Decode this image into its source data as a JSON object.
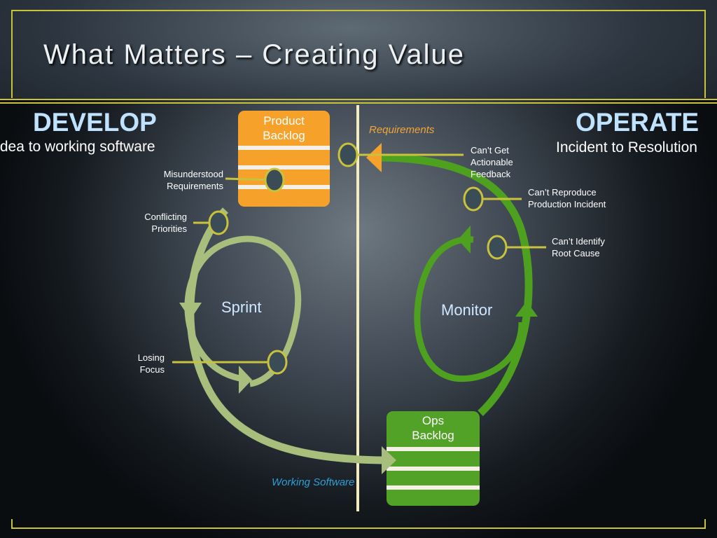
{
  "title": "What Matters – Creating Value",
  "develop": {
    "heading": "DEVELOP",
    "subheading": "Idea to working software",
    "loop_label": "Sprint",
    "backlog_label": [
      "Product",
      "Backlog"
    ],
    "issues": {
      "misunderstood": [
        "Misunderstood",
        "Requirements"
      ],
      "conflicting": [
        "Conflicting",
        "Priorities"
      ],
      "losing_focus": [
        "Losing",
        "Focus"
      ]
    }
  },
  "operate": {
    "heading": "OPERATE",
    "subheading": "Incident to Resolution",
    "loop_label": "Monitor",
    "backlog_label": [
      "Ops",
      "Backlog"
    ],
    "issues": {
      "feedback": [
        "Can’t Get",
        "Actionable",
        "Feedback"
      ],
      "reproduce": [
        "Can’t Reproduce",
        "Production Incident"
      ],
      "root_cause": [
        "Can’t Identify",
        "Root Cause"
      ]
    }
  },
  "flows": {
    "requirements": "Requirements",
    "working_software": "Working Software"
  },
  "colors": {
    "accent_gold": "#c9c23c",
    "product_backlog": "#f6a22a",
    "ops_backlog": "#52a227",
    "develop_loop": "#a7be7c",
    "operate_loop": "#4ea11f",
    "requirements_text": "#f0a63a",
    "working_software_text": "#2e9fd4",
    "heading_blue": "#bfe2ff"
  }
}
